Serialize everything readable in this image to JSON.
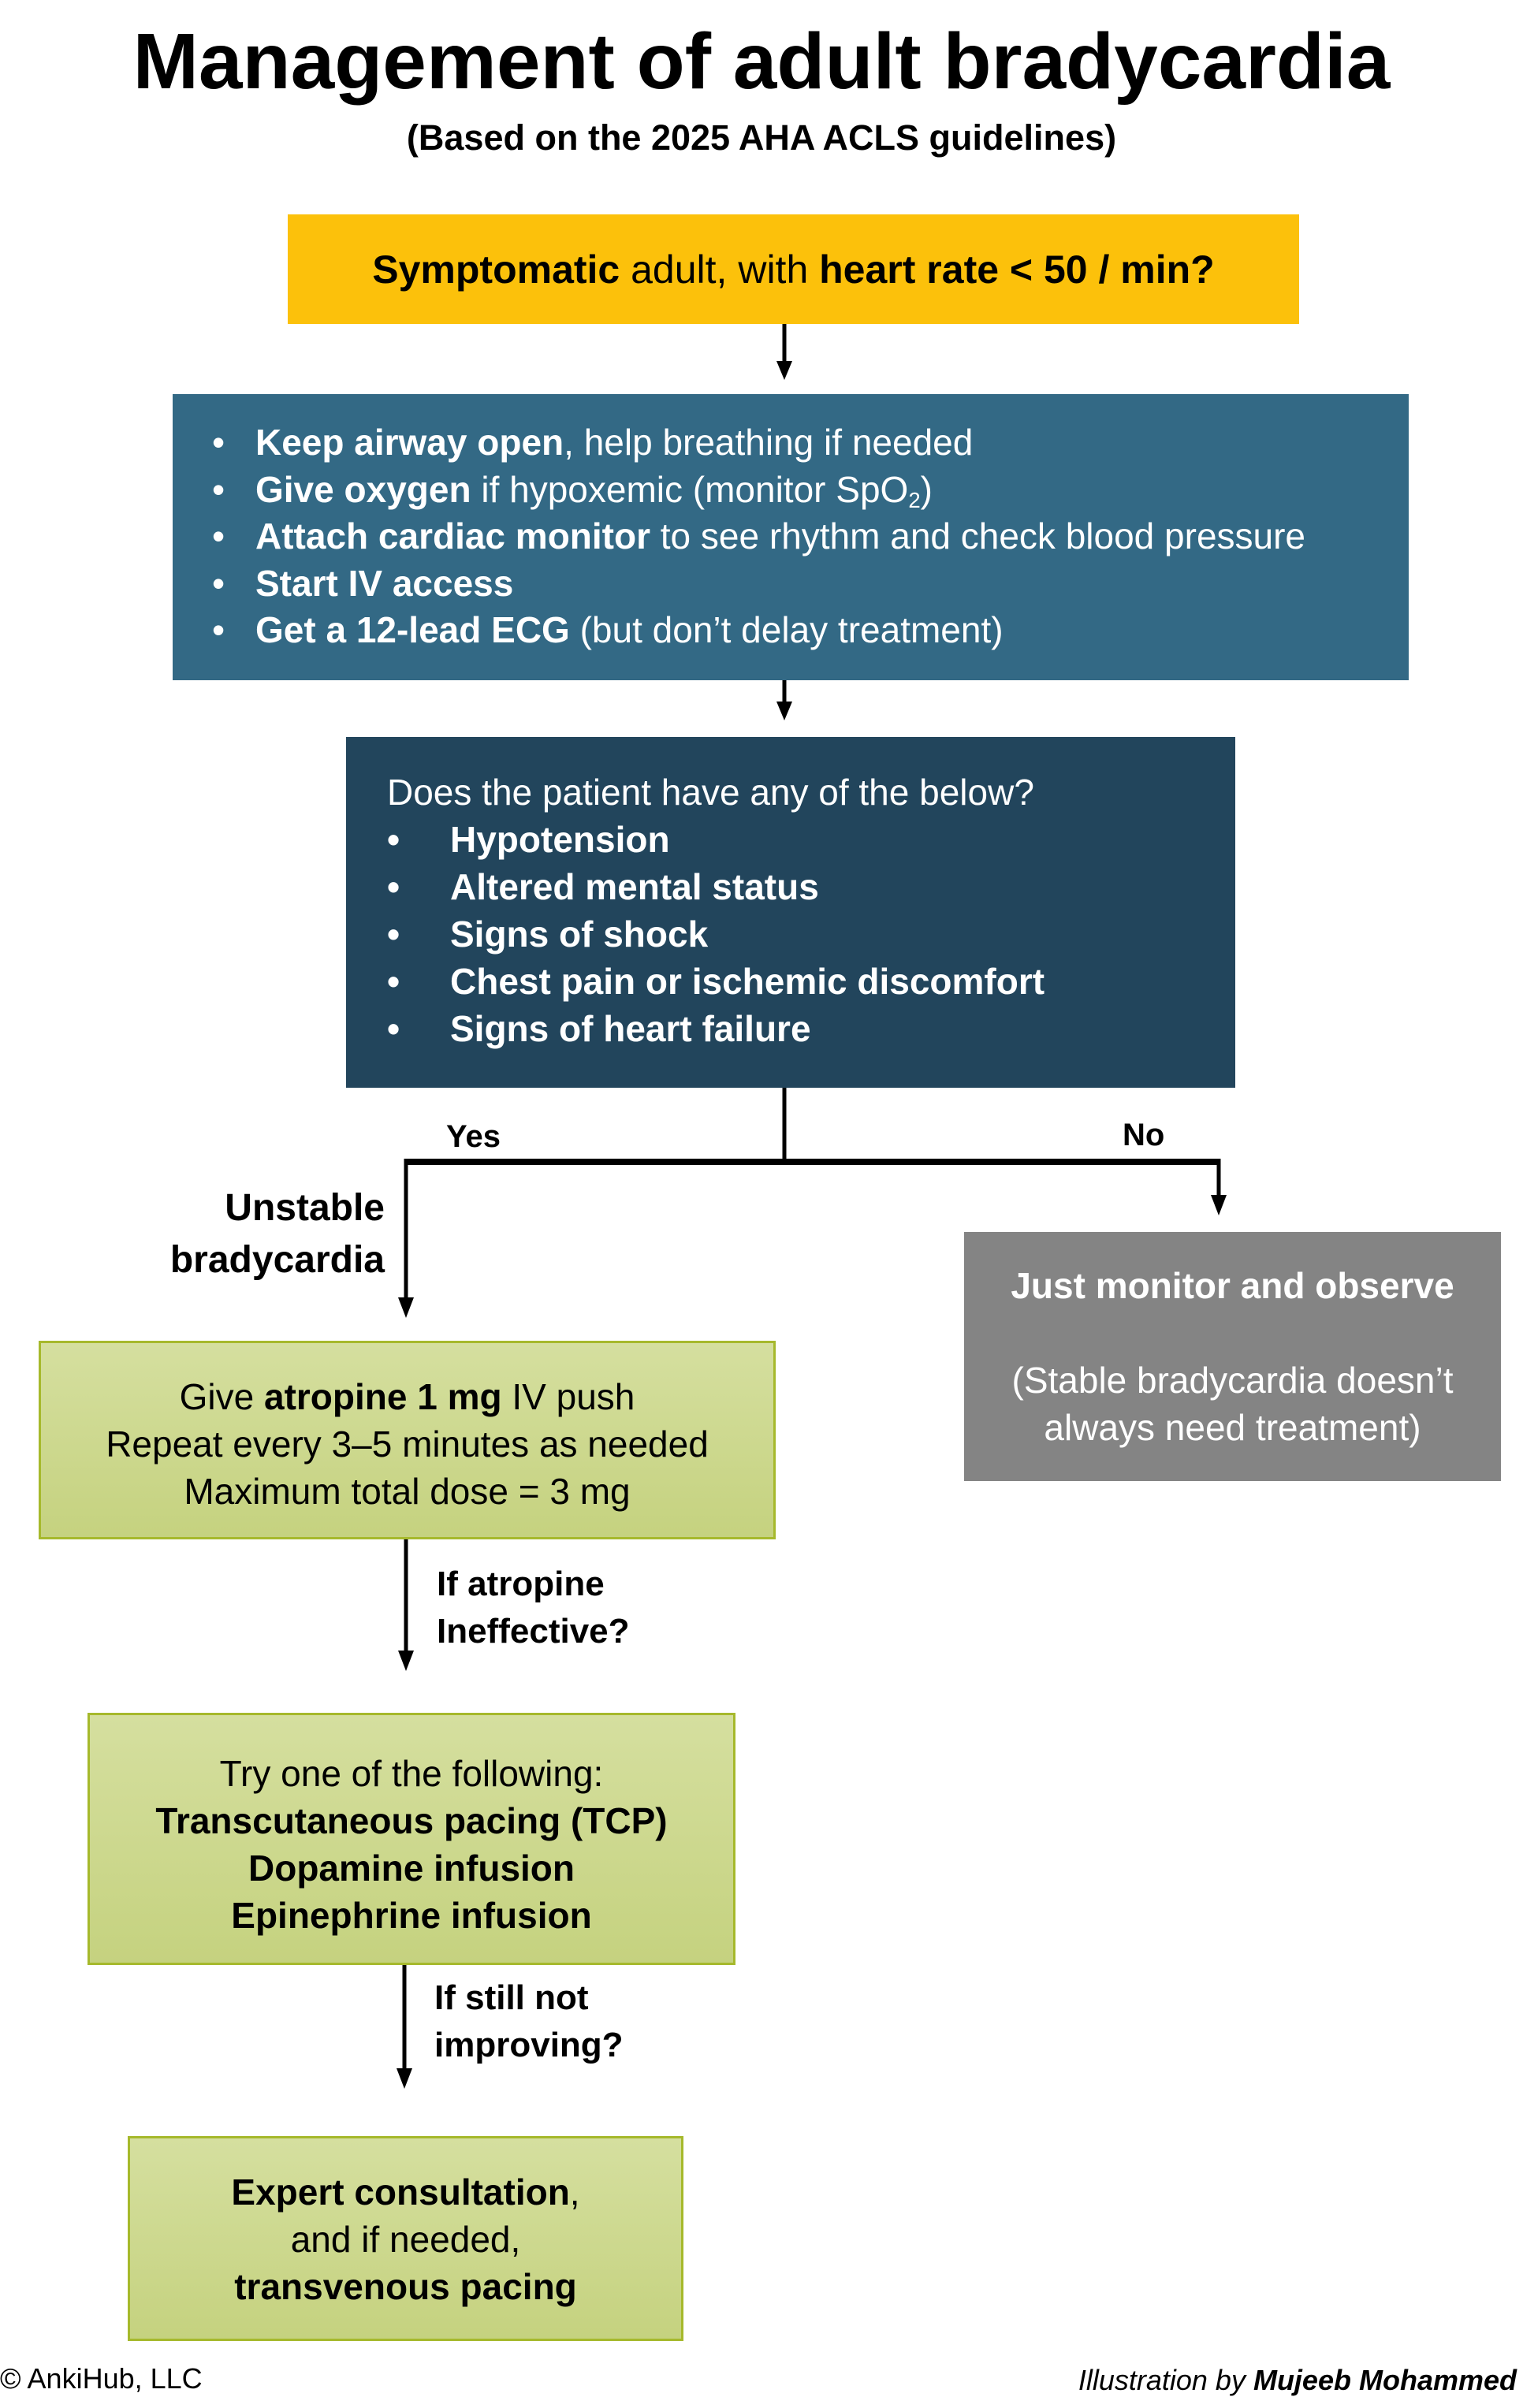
{
  "title": "Management of adult bradycardia",
  "subtitle": "(Based on the 2025 AHA ACLS guidelines)",
  "colors": {
    "start": "#fcc10b",
    "initial_steps": "#336985",
    "assessment": "#22455c",
    "stable_path": "#848484",
    "treatment_fill": "#cdd98f",
    "treatment_border": "#a6b92c"
  },
  "start_box": {
    "bold1": "Symptomatic",
    "normal": " adult, with ",
    "bold2": "heart rate < 50 / min?"
  },
  "initial_steps": {
    "bullet": "•",
    "items": [
      {
        "bold": "Keep airway open",
        "rest": ", help breathing if needed"
      },
      {
        "bold": "Give oxygen",
        "rest": " if hypoxemic (monitor SpO",
        "sub": "2",
        "after": ")"
      },
      {
        "bold": "Attach cardiac monitor",
        "rest": " to see rhythm and check blood pressure"
      },
      {
        "bold": "Start IV access",
        "rest": ""
      },
      {
        "bold": "Get a 12-lead ECG",
        "rest": " (but don’t delay treatment)"
      }
    ]
  },
  "assessment": {
    "question": "Does the patient have any of the below?",
    "bullet": "•",
    "items": [
      "Hypotension",
      "Altered mental status",
      "Signs of shock",
      "Chest pain or ischemic discomfort",
      "Signs of heart failure"
    ]
  },
  "branches": {
    "yes_label": "Yes",
    "no_label": "No",
    "unstable_label_line1": "Unstable",
    "unstable_label_line2": "bradycardia"
  },
  "stable_box": {
    "heading": "Just monitor and observe",
    "note_line1": "(Stable bradycardia doesn’t",
    "note_line2": "always need treatment)"
  },
  "atropine_box": {
    "line1_pre": "Give ",
    "line1_bold": "atropine 1 mg",
    "line1_post": " IV push",
    "line2": "Repeat every 3–5 minutes as needed",
    "line3": "Maximum total dose = 3 mg"
  },
  "condition1": {
    "line1": "If atropine",
    "line2": "Ineffective?"
  },
  "second_line_box": {
    "intro": "Try one of the following:",
    "options": [
      "Transcutaneous pacing (TCP)",
      "Dopamine infusion",
      "Epinephrine infusion"
    ]
  },
  "condition2": {
    "line1": "If still not",
    "line2": "improving?"
  },
  "final_box": {
    "line1_bold": "Expert consultation",
    "line1_post": ",",
    "line2": "and if needed,",
    "line3_bold": "transvenous pacing"
  },
  "footer": {
    "copyright": "© AnkiHub, LLC",
    "credit_prefix": "Illustration by ",
    "credit_name": "Mujeeb Mohammed"
  }
}
